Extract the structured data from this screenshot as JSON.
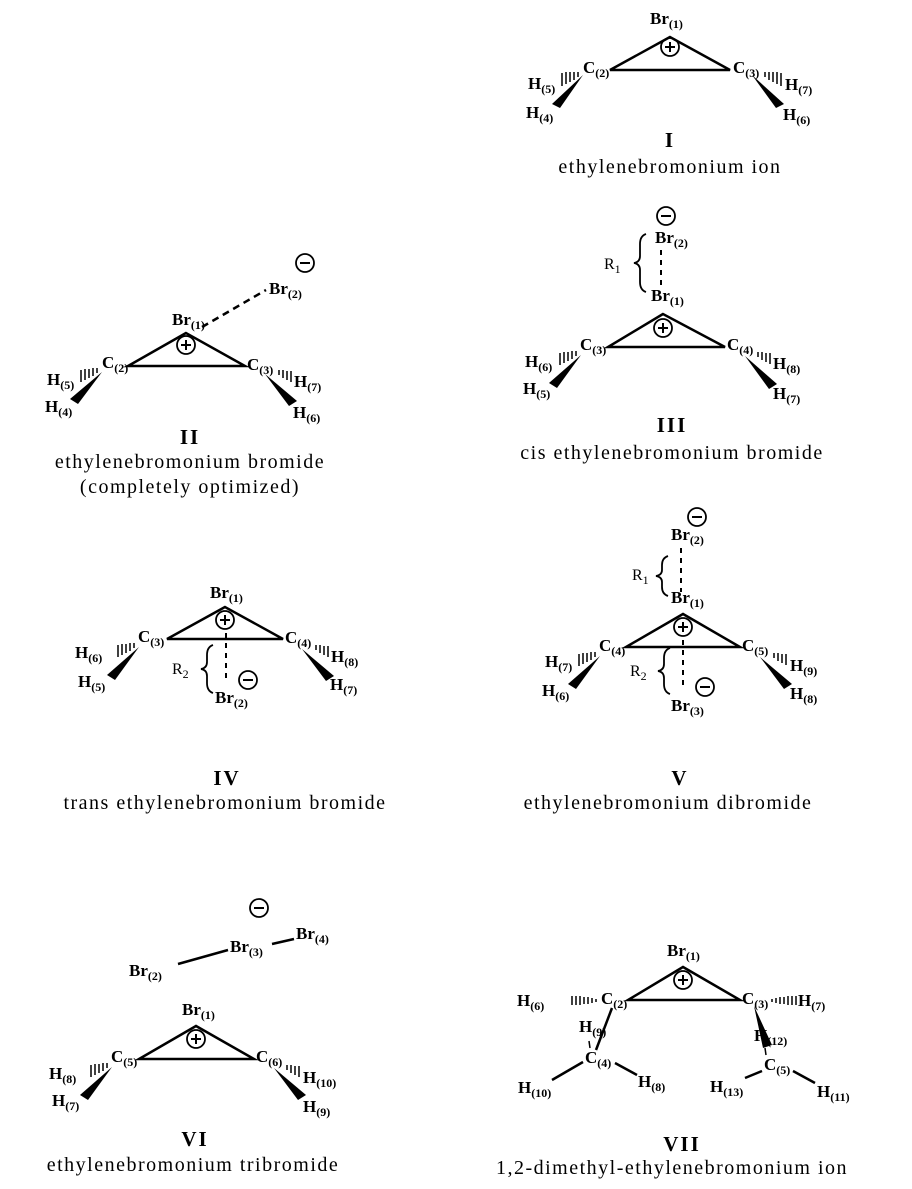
{
  "structures": {
    "I": {
      "numeral": "I",
      "name": "ethylenebromonium ion",
      "atoms": {
        "br1": "Br",
        "br1_sub": "(1)",
        "c2": "C",
        "c2_sub": "(2)",
        "c3": "C",
        "c3_sub": "(3)",
        "h5": "H",
        "h5_sub": "(5)",
        "h4": "H",
        "h4_sub": "(4)",
        "h7": "H",
        "h7_sub": "(7)",
        "h6": "H",
        "h6_sub": "(6)"
      }
    },
    "II": {
      "numeral": "II",
      "name": "ethylenebromonium bromide",
      "name2": "(completely optimized)",
      "atoms": {
        "br2": "Br",
        "br2_sub": "(2)",
        "br1": "Br",
        "br1_sub": "(1)",
        "c2": "C",
        "c2_sub": "(2)",
        "c3": "C",
        "c3_sub": "(3)",
        "h5": "H",
        "h5_sub": "(5)",
        "h4": "H",
        "h4_sub": "(4)",
        "h7": "H",
        "h7_sub": "(7)",
        "h6": "H",
        "h6_sub": "(6)"
      }
    },
    "III": {
      "numeral": "III",
      "name": "cis ethylenebromonium bromide",
      "r1": "R",
      "r1_sub": "1",
      "atoms": {
        "br2": "Br",
        "br2_sub": "(2)",
        "br1": "Br",
        "br1_sub": "(1)",
        "c3": "C",
        "c3_sub": "(3)",
        "c4": "C",
        "c4_sub": "(4)",
        "h6": "H",
        "h6_sub": "(6)",
        "h5": "H",
        "h5_sub": "(5)",
        "h8": "H",
        "h8_sub": "(8)",
        "h7": "H",
        "h7_sub": "(7)"
      }
    },
    "IV": {
      "numeral": "IV",
      "name": "trans ethylenebromonium bromide",
      "r2": "R",
      "r2_sub": "2",
      "atoms": {
        "br1": "Br",
        "br1_sub": "(1)",
        "br2": "Br",
        "br2_sub": "(2)",
        "c3": "C",
        "c3_sub": "(3)",
        "c4": "C",
        "c4_sub": "(4)",
        "h6": "H",
        "h6_sub": "(6)",
        "h5": "H",
        "h5_sub": "(5)",
        "h8": "H",
        "h8_sub": "(8)",
        "h7": "H",
        "h7_sub": "(7)"
      }
    },
    "V": {
      "numeral": "V",
      "name": "ethylenebromonium dibromide",
      "r1": "R",
      "r1_sub": "1",
      "r2": "R",
      "r2_sub": "2",
      "atoms": {
        "br2": "Br",
        "br2_sub": "(2)",
        "br1": "Br",
        "br1_sub": "(1)",
        "br3": "Br",
        "br3_sub": "(3)",
        "c4": "C",
        "c4_sub": "(4)",
        "c5": "C",
        "c5_sub": "(5)",
        "h7": "H",
        "h7_sub": "(7)",
        "h6": "H",
        "h6_sub": "(6)",
        "h9": "H",
        "h9_sub": "(9)",
        "h8": "H",
        "h8_sub": "(8)"
      }
    },
    "VI": {
      "numeral": "VI",
      "name": "ethylenebromonium tribromide",
      "atoms": {
        "br2": "Br",
        "br2_sub": "(2)",
        "br3": "Br",
        "br3_sub": "(3)",
        "br4": "Br",
        "br4_sub": "(4)",
        "br1": "Br",
        "br1_sub": "(1)",
        "c5": "C",
        "c5_sub": "(5)",
        "c6": "C",
        "c6_sub": "(6)",
        "h8": "H",
        "h8_sub": "(8)",
        "h7": "H",
        "h7_sub": "(7)",
        "h10": "H",
        "h10_sub": "(10)",
        "h9": "H",
        "h9_sub": "(9)"
      }
    },
    "VII": {
      "numeral": "VII",
      "name": "1,2-dimethyl-ethylenebromonium ion",
      "atoms": {
        "br1": "Br",
        "br1_sub": "(1)",
        "c2": "C",
        "c2_sub": "(2)",
        "c3": "C",
        "c3_sub": "(3)",
        "c4": "C",
        "c4_sub": "(4)",
        "c5": "C",
        "c5_sub": "(5)",
        "h6": "H",
        "h6_sub": "(6)",
        "h7": "H",
        "h7_sub": "(7)",
        "h9": "H",
        "h9_sub": "(9)",
        "h10": "H",
        "h10_sub": "(10)",
        "h8": "H",
        "h8_sub": "(8)",
        "h12": "H",
        "h12_sub": "(12)",
        "h13": "H",
        "h13_sub": "(13)",
        "h11": "H",
        "h11_sub": "(11)"
      }
    }
  }
}
